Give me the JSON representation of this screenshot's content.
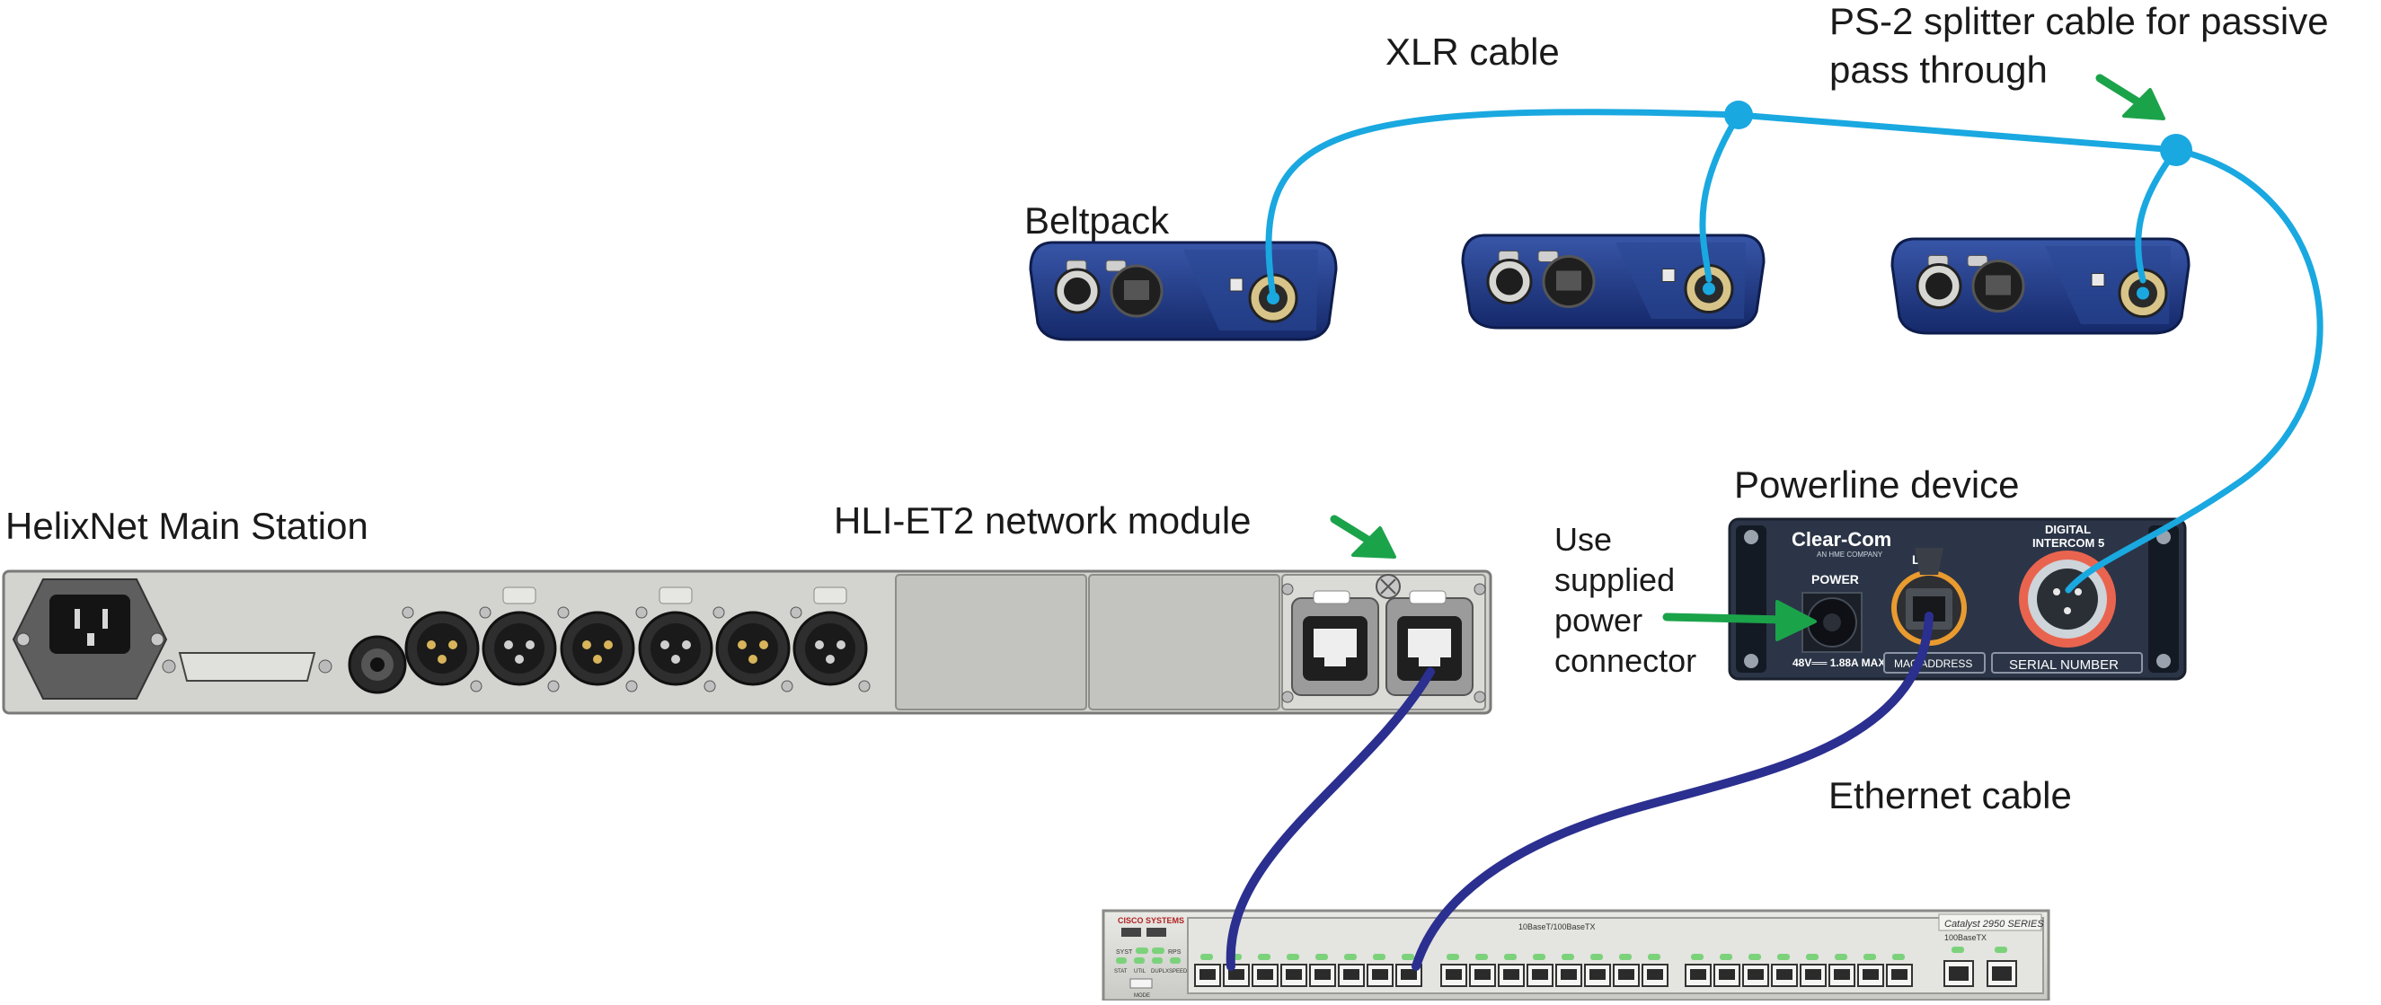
{
  "labels": {
    "xlr_cable": "XLR cable",
    "ps2_line1": "PS-2 splitter cable for passive",
    "ps2_line2": "pass through",
    "beltpack": "Beltpack",
    "main_station": "HelixNet Main Station",
    "network_module": "HLI-ET2  network module",
    "powerline_device": "Powerline device",
    "use_power_line1": "Use",
    "use_power_line2": "supplied",
    "use_power_line3": "power",
    "use_power_line4": "connector",
    "ethernet_cable": "Ethernet cable"
  },
  "powerline_panel": {
    "brand": "Clear-Com",
    "brand_sub": "AN HME COMPANY",
    "lan": "LAN",
    "power": "POWER",
    "power_rating": "48V══ 1.88A MAX",
    "digital_line1": "DIGITAL",
    "digital_line2": "INTERCOM 5 ",
    "mac": "MAC ADDRESS",
    "serial": "SERIAL NUMBER"
  },
  "switch_panel": {
    "brand": "CISCO SYSTEMS",
    "model": "Catalyst 2950 SERIES",
    "ports_label": "10BaseT/100BaseTX",
    "uplink_label": "100BaseTX",
    "led_syst": "SYST",
    "led_rps": "RPS",
    "led_stat": "STAT",
    "led_util": "UTIL",
    "led_duplx": "DUPLX",
    "led_speed": "SPEED",
    "mode": "MODE"
  },
  "colors": {
    "xlr_cable": "#1aa8e0",
    "ethernet_cable": "#2b2f8f",
    "arrow": "#1ba34a",
    "beltpack_body": "#1f3c86",
    "rack_panel": "#d6d6d3",
    "powerline_body": "#2a3446"
  }
}
